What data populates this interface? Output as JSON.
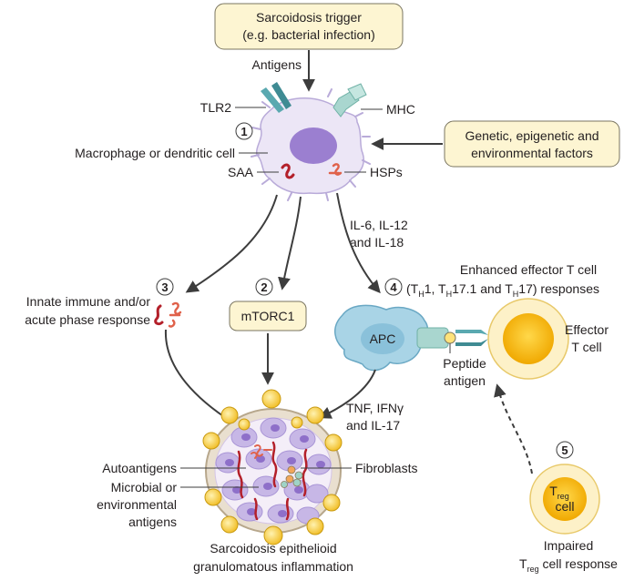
{
  "boxes": {
    "trigger_line1": "Sarcoidosis trigger",
    "trigger_line2": "(e.g. bacterial infection)",
    "genetic_line1": "Genetic, epigenetic and",
    "genetic_line2": "environmental factors",
    "mtorc1": "mTORC1"
  },
  "labels": {
    "antigens": "Antigens",
    "tlr2": "TLR2",
    "mhc": "MHC",
    "macrophage": "Macrophage or dendritic cell",
    "saa": "SAA",
    "hsps": "HSPs",
    "il_line1": "IL-6, IL-12",
    "il_line2": "and IL-18",
    "innate_line1": "Innate immune and/or",
    "innate_line2": "acute phase response",
    "enhanced_line1": "Enhanced effector T cell",
    "th1": "(T",
    "th1_sub": "H",
    "th1_rest": "1, T",
    "th171_sub": "H",
    "th171_rest": "17.1 and T",
    "th17_sub": "H",
    "th17_rest": "17) responses",
    "apc": "APC",
    "effector_line1": "Effector",
    "effector_line2": "T cell",
    "peptide_line1": "Peptide",
    "peptide_line2": "antigen",
    "tnf_line1": "TNF, IFNγ",
    "tnf_line2": "and IL-17",
    "autoantigens": "Autoantigens",
    "fibroblasts": "Fibroblasts",
    "microbial_line1": "Microbial or",
    "microbial_line2": "environmental",
    "microbial_line3": "antigens",
    "treg_T": "T",
    "treg_sub": "reg",
    "treg_cell": "cell",
    "granuloma_line1": "Sarcoidosis epithelioid",
    "granuloma_line2": "granulomatous inflammation",
    "impaired_line1": "Impaired",
    "impaired_T": "T",
    "impaired_sub": "reg",
    "impaired_rest": " cell response"
  },
  "step_numbers": {
    "s1": "1",
    "s2": "2",
    "s3": "3",
    "s4": "4",
    "s5": "5"
  },
  "colors": {
    "box_fill": "#fdf5d2",
    "box_stroke": "#7a7560",
    "arrow": "#3d3d3d",
    "macrophage": "#ece6f6",
    "macrophage_nucleus": "#9b7fd0",
    "receptor": "#5aa9b0",
    "mhc": "#a9d6cf",
    "apc": "#a9d4e6",
    "apc_stroke": "#6aa8c4",
    "tcell_outer": "#fdf1c8",
    "tcell_inner": "#f5b800",
    "protein_red": "#b3202a",
    "protein_orange": "#e0624b",
    "granuloma_cell": "#c7b7e6",
    "granuloma_nucleus": "#8e6fc9",
    "yellow_cell": "#f2c02c"
  }
}
